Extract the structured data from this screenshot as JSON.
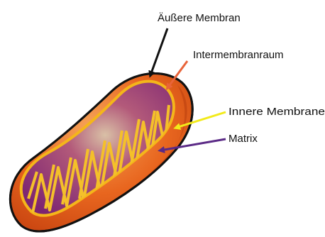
{
  "labels": {
    "outer_membrane": "Äußere Membran",
    "intermembrane_space": "Intermembranraum",
    "inner_membrane": "Innere Membrane",
    "matrix": "Matrix"
  },
  "colors": {
    "outer_arrow": "#111111",
    "intermembrane_arrow": "#e8643a",
    "inner_arrow": "#f2ea1a",
    "matrix_arrow": "#5b2a86",
    "outer_fill": "#e85f1c",
    "inner_membrane": "#f2b012",
    "matrix_fill": "#8a2a7c"
  }
}
